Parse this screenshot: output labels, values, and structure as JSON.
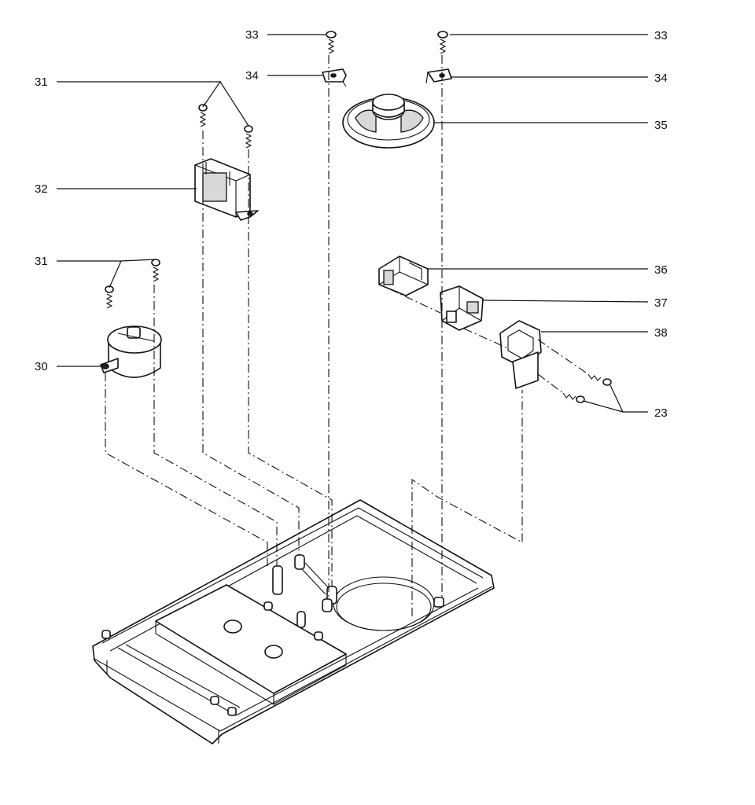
{
  "labels": {
    "l30": "30",
    "l31a": "31",
    "l31b": "31",
    "l32": "32",
    "l33a": "33",
    "l33b": "33",
    "l34a": "34",
    "l34b": "34",
    "l35": "35",
    "l36": "36",
    "l37": "37",
    "l38": "38",
    "l23": "23"
  }
}
